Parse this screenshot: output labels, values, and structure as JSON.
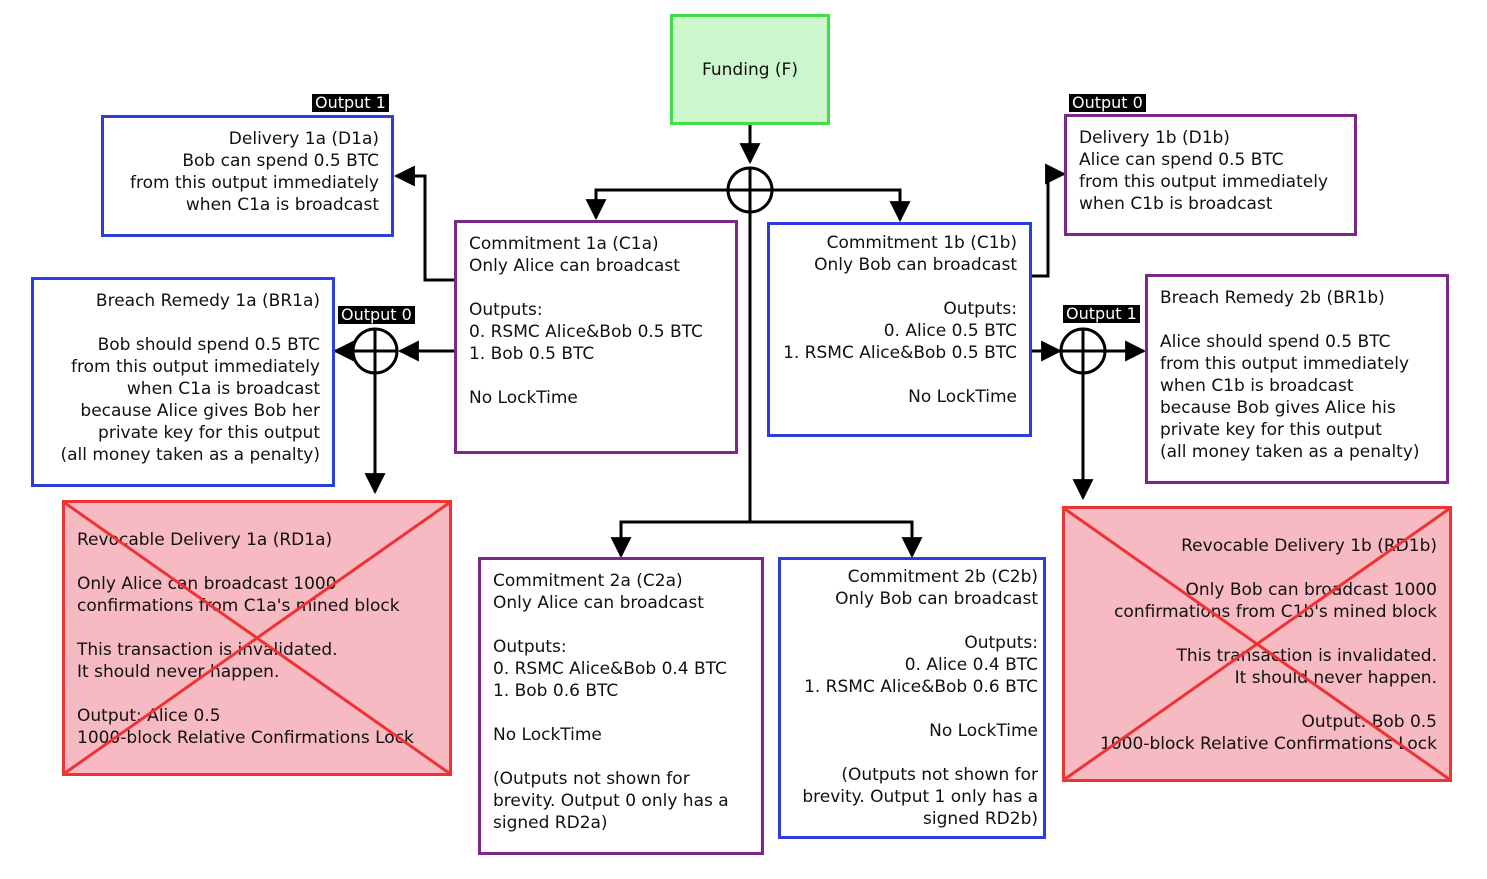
{
  "funding": {
    "label": "Funding (F)"
  },
  "tags": {
    "d1a_output": "Output 1",
    "d1b_output": "Output 0",
    "br1a_output": "Output 0",
    "br1b_output": "Output 1"
  },
  "d1a": {
    "lines": [
      "Delivery 1a (D1a)",
      "Bob can spend 0.5 BTC",
      "from this output immediately",
      "when C1a is broadcast"
    ]
  },
  "d1b": {
    "lines": [
      "Delivery 1b (D1b)",
      "Alice can spend 0.5 BTC",
      "from this output immediately",
      "when C1b is broadcast"
    ]
  },
  "c1a": {
    "lines": [
      "Commitment 1a (C1a)",
      "Only Alice can broadcast",
      "",
      "Outputs:",
      "0. RSMC Alice&Bob 0.5 BTC",
      "1. Bob 0.5 BTC",
      "",
      "No LockTime"
    ]
  },
  "c1b": {
    "lines": [
      "Commitment 1b (C1b)",
      "Only Bob can broadcast",
      "",
      "Outputs:",
      "0. Alice 0.5 BTC",
      "1. RSMC Alice&Bob 0.5 BTC",
      "",
      "No LockTime"
    ]
  },
  "br1a": {
    "lines": [
      "Breach Remedy 1a (BR1a)",
      "",
      "Bob should spend 0.5 BTC",
      "from this output immediately",
      "when C1a is broadcast",
      "because Alice gives Bob her",
      "private key for this output",
      "(all money taken as a penalty)"
    ]
  },
  "br1b": {
    "lines": [
      "Breach Remedy 2b (BR1b)",
      "",
      "Alice should spend 0.5 BTC",
      "from this output immediately",
      "when C1b is broadcast",
      "because Bob gives Alice his",
      "private key for this output",
      "(all money taken as a penalty)"
    ]
  },
  "rd1a": {
    "lines": [
      "Revocable Delivery 1a (RD1a)",
      "",
      "Only Alice can broadcast 1000",
      "confirmations from C1a's mined block",
      "",
      "This transaction is invalidated.",
      "It should never happen.",
      "",
      "Output: Alice 0.5",
      "1000-block Relative Confirmations Lock"
    ]
  },
  "rd1b": {
    "lines": [
      "Revocable Delivery 1b (RD1b)",
      "",
      "Only Bob can broadcast 1000",
      "confirmations from C1b's mined block",
      "",
      "This transaction is invalidated.",
      "It should never happen.",
      "",
      "Output: Bob 0.5",
      "1000-block Relative Confirmations Lock"
    ]
  },
  "c2a": {
    "lines": [
      "Commitment 2a (C2a)",
      "Only Alice can broadcast",
      "",
      "Outputs:",
      "0. RSMC Alice&Bob 0.4 BTC",
      "1. Bob 0.6 BTC",
      "",
      "No LockTime",
      "",
      "(Outputs not shown for",
      "brevity. Output 0 only has a",
      "signed RD2a)"
    ]
  },
  "c2b": {
    "lines": [
      "Commitment 2b (C2b)",
      "Only Bob can broadcast",
      "",
      "Outputs:",
      "0. Alice 0.4 BTC",
      "1. RSMC Alice&Bob 0.6 BTC",
      "",
      "No LockTime",
      "",
      "(Outputs not shown for",
      "brevity. Output 1 only has a",
      "signed RD2b)"
    ]
  },
  "colors": {
    "wire": "#000000",
    "revoked_cross": "#ee3333"
  }
}
